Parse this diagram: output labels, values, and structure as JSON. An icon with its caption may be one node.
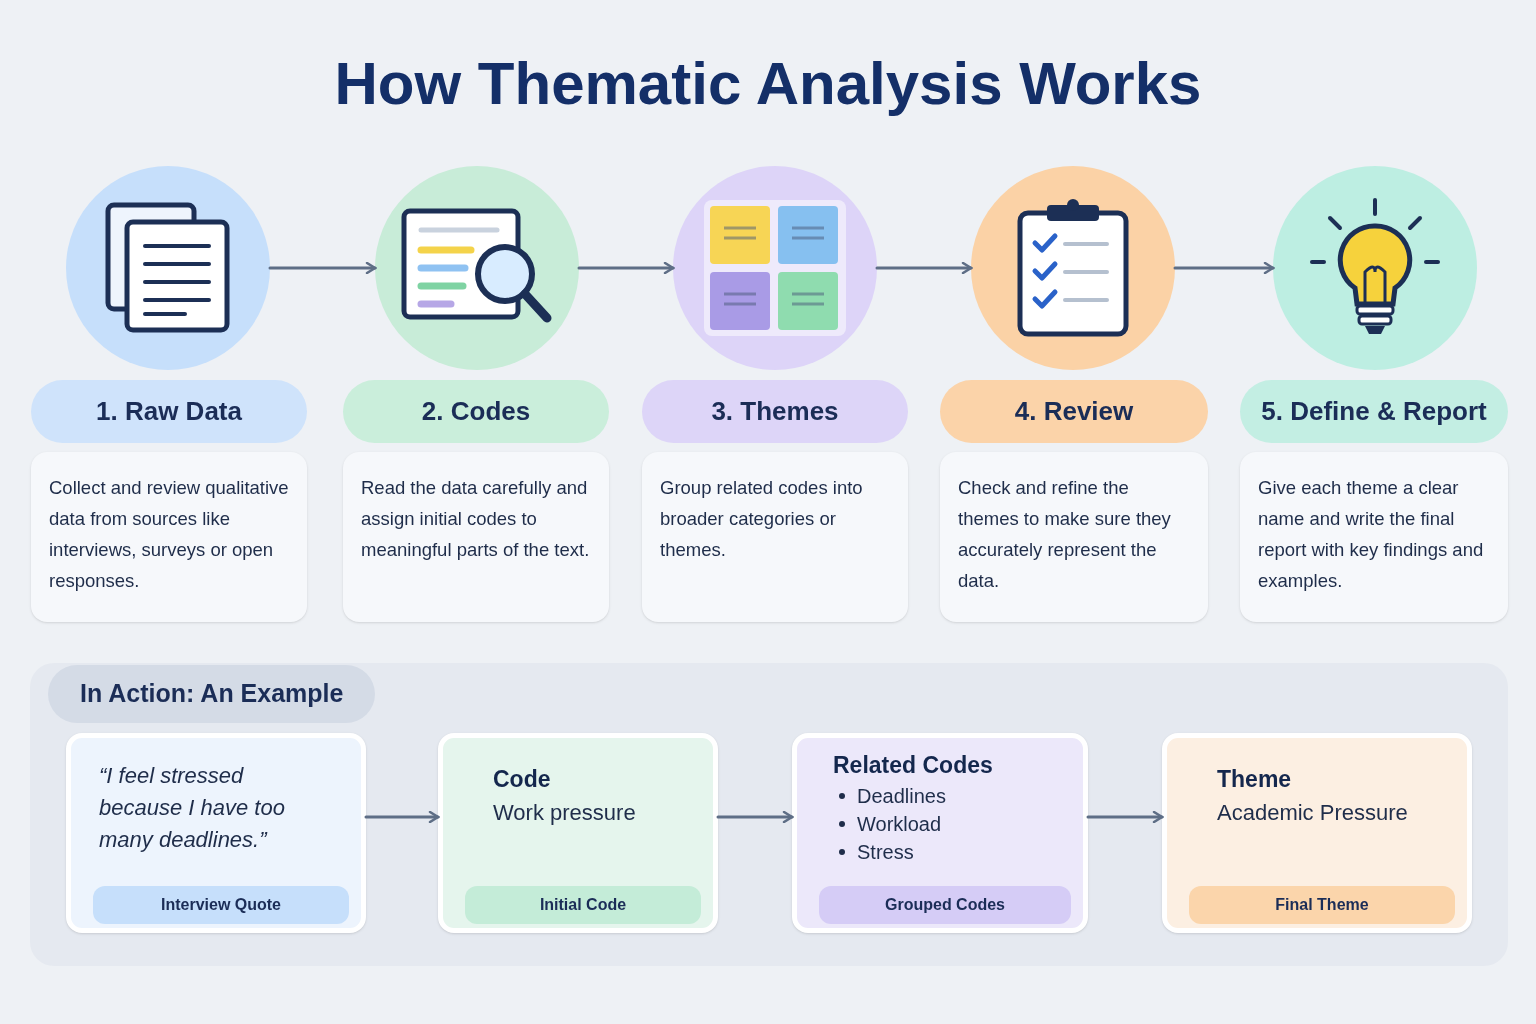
{
  "diagram": {
    "title": "How Thematic Analysis Works",
    "nodes": [
      {
        "text": [],
        "shape": "circle"
      },
      {
        "text": [
          "1. Raw Data"
        ]
      },
      {
        "text": [
          "Collect and review qualitative data from sources like interviews, surveys or open responses."
        ]
      },
      {
        "text": [],
        "shape": "circle"
      },
      {
        "text": [
          "2. Codes"
        ]
      },
      {
        "text": [
          "Read the data carefully and assign initial codes to meaningful parts of the text."
        ]
      },
      {
        "text": [],
        "shape": "circle"
      },
      {
        "text": [
          "3. Themes"
        ]
      },
      {
        "text": [
          "Group related codes into broader categories or themes."
        ]
      },
      {
        "text": [],
        "shape": "circle"
      },
      {
        "text": [
          "4. Review"
        ]
      },
      {
        "text": [
          "Check and refine the themes to make sure they accurately represent the data."
        ]
      },
      {
        "text": [],
        "shape": "circle"
      },
      {
        "text": [
          "5. Define & Report"
        ]
      },
      {
        "text": [
          "Give each theme a clear name and write the final report with key findings and examples."
        ]
      },
      {
        "text": [
          "In Action: An Example"
        ]
      },
      {
        "text": [
          "“I feel stressed because I have too many deadlines.”"
        ],
        "in": 15
      },
      {
        "text": [
          "Interview Quote"
        ],
        "in": 16
      },
      {
        "text": [
          "Code",
          "Work pressure"
        ],
        "in": 15
      },
      {
        "text": [
          "Initial Code"
        ],
        "in": 18
      },
      {
        "text": [
          "Related Codes",
          "Deadlines",
          "Workload",
          "Stress"
        ],
        "in": 15
      },
      {
        "text": [
          "Grouped Codes"
        ],
        "in": 20
      },
      {
        "text": [
          "Theme",
          "Academic Pressure"
        ],
        "in": 15
      },
      {
        "text": [
          "Final Theme"
        ],
        "in": 22
      }
    ],
    "edges": [
      {
        "from": 0,
        "to": 3,
        "arrow": "to"
      },
      {
        "from": 3,
        "to": 6,
        "arrow": "to"
      },
      {
        "from": 6,
        "to": 9,
        "arrow": "to"
      },
      {
        "from": 9,
        "to": 12,
        "arrow": "to"
      },
      {
        "from": 16,
        "to": 18,
        "arrow": "to"
      },
      {
        "from": 18,
        "to": 20,
        "arrow": "to"
      },
      {
        "from": 20,
        "to": 22,
        "arrow": "to"
      }
    ]
  }
}
